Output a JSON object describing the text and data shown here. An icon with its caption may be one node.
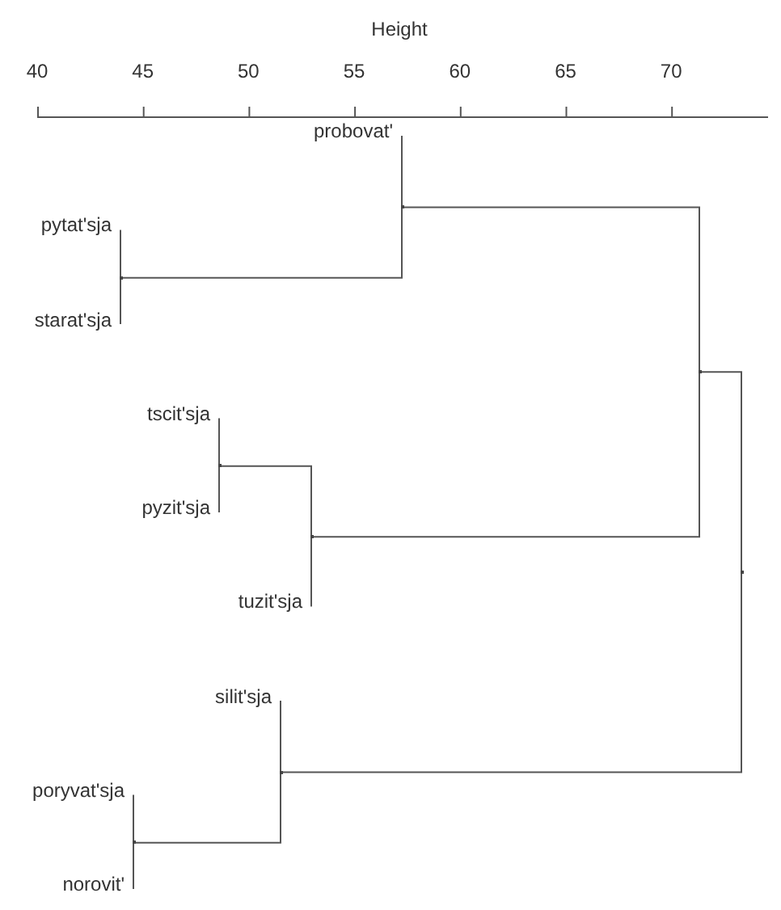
{
  "diagram": {
    "nodes": [
      {
        "text": [
          "probovat'"
        ]
      },
      {
        "text": [
          "pytat'sja"
        ]
      },
      {
        "text": [
          "starat'sja"
        ]
      },
      {
        "text": [
          "tscit'sja"
        ]
      },
      {
        "text": [
          "pyzit'sja"
        ]
      },
      {
        "text": [
          "tuzit'sja"
        ]
      },
      {
        "text": [
          "silit'sja"
        ]
      },
      {
        "text": [
          "poryvat'sja"
        ]
      },
      {
        "text": [
          "norovit'"
        ]
      },
      {
        "text": [],
        "shape": "point"
      },
      {
        "text": [],
        "shape": "point"
      },
      {
        "text": [],
        "shape": "point"
      },
      {
        "text": [],
        "shape": "point"
      },
      {
        "text": [],
        "shape": "point"
      },
      {
        "text": [],
        "shape": "point"
      },
      {
        "text": [],
        "shape": "point"
      },
      {
        "text": [],
        "shape": "point"
      }
    ],
    "edges": [
      {
        "from": 1,
        "to": 9,
        "arrow": "none"
      },
      {
        "from": 2,
        "to": 9,
        "arrow": "none"
      },
      {
        "from": 0,
        "to": 14,
        "arrow": "none"
      },
      {
        "from": 9,
        "to": 14,
        "arrow": "none"
      },
      {
        "from": 3,
        "to": 11,
        "arrow": "none"
      },
      {
        "from": 4,
        "to": 11,
        "arrow": "none"
      },
      {
        "from": 11,
        "to": 13,
        "arrow": "none"
      },
      {
        "from": 5,
        "to": 13,
        "arrow": "none"
      },
      {
        "from": 14,
        "to": 15,
        "arrow": "none"
      },
      {
        "from": 13,
        "to": 15,
        "arrow": "none"
      },
      {
        "from": 7,
        "to": 10,
        "arrow": "none"
      },
      {
        "from": 8,
        "to": 10,
        "arrow": "none"
      },
      {
        "from": 6,
        "to": 12,
        "arrow": "none"
      },
      {
        "from": 10,
        "to": 12,
        "arrow": "none"
      },
      {
        "from": 15,
        "to": 16,
        "arrow": "none"
      },
      {
        "from": 12,
        "to": 16,
        "arrow": "none"
      }
    ],
    "labels": [
      "Height",
      "40",
      "45",
      "50",
      "55",
      "60",
      "65",
      "70"
    ]
  }
}
